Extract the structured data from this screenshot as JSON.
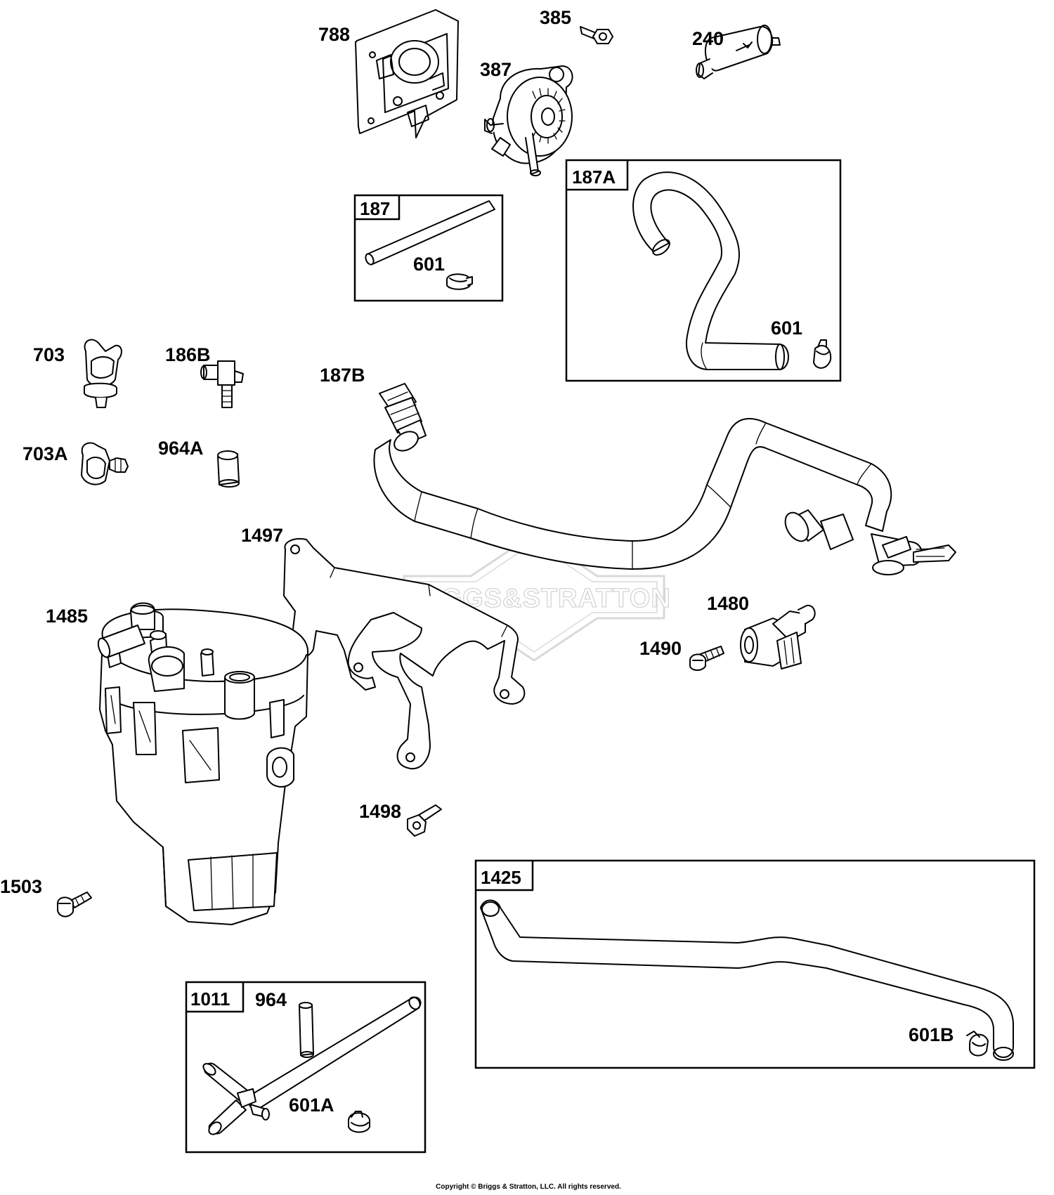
{
  "watermark": "BRIGGS&STRATTON",
  "copyright": "Copyright © Briggs & Stratton, LLC. All rights reserved.",
  "labels": {
    "p788": "788",
    "p385": "385",
    "p240": "240",
    "p387": "387",
    "p187": "187",
    "p601_187": "601",
    "p187A": "187A",
    "p601_187A": "601",
    "p703": "703",
    "p186B": "186B",
    "p187B": "187B",
    "p703A": "703A",
    "p964A": "964A",
    "p1497": "1497",
    "p1485": "1485",
    "p1480": "1480",
    "p1490": "1490",
    "p1498": "1498",
    "p1503": "1503",
    "p1425": "1425",
    "p601B": "601B",
    "p1011": "1011",
    "p964": "964",
    "p601A": "601A"
  }
}
